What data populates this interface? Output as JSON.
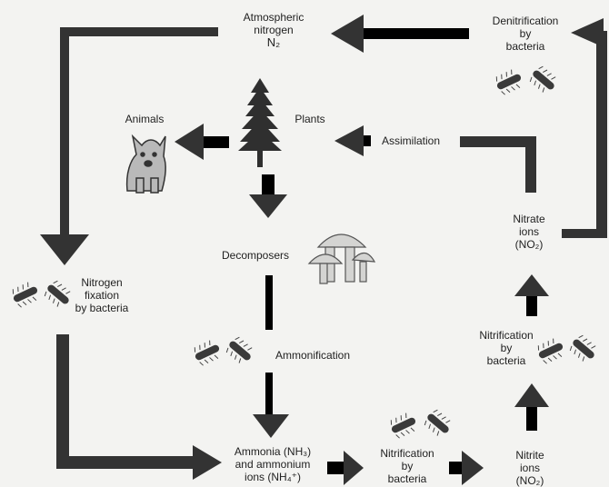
{
  "labels": {
    "atmospheric": [
      "Atmospheric",
      "nitrogen",
      "N₂"
    ],
    "denitrification": [
      "Denitrification",
      "by",
      "bacteria"
    ],
    "animals": "Animals",
    "plants": "Plants",
    "assimilation": "Assimilation",
    "nitrate": [
      "Nitrate",
      "ions",
      "(NO₂)"
    ],
    "decomposers": "Decomposers",
    "nitrogen_fixation": [
      "Nitrogen",
      "fixation",
      "by bacteria"
    ],
    "ammonification": "Ammonification",
    "nitrification_upper": [
      "Nitrification",
      "by",
      "bacteria"
    ],
    "ammonia": [
      "Ammonia (NH₃)",
      "and ammonium",
      "ions (NH₄⁺)"
    ],
    "nitrification_lower": [
      "Nitrification",
      "by",
      "bacteria"
    ],
    "nitrite": [
      "Nitrite",
      "ions",
      "(NO₂)"
    ]
  },
  "icons": [
    "tree-icon",
    "dog-icon",
    "mushroom-icon",
    "bacteria-icon"
  ]
}
